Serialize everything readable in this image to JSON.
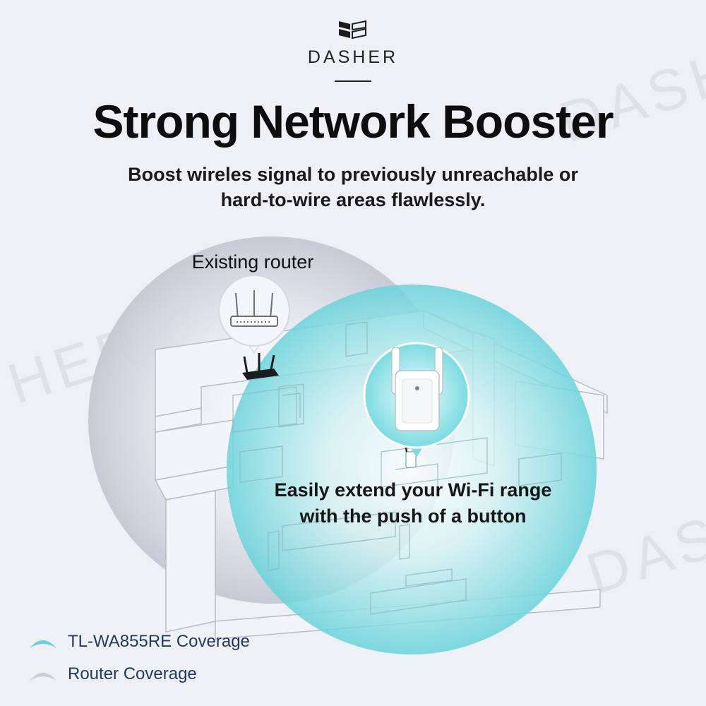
{
  "brand": {
    "name": "DASHER"
  },
  "headline": "Strong Network Booster",
  "subtitle_line1": "Boost wireles signal to previously unreachable or",
  "subtitle_line2": "hard-to-wire areas flawlessly.",
  "callouts": {
    "router": "Existing router",
    "extender_line1": "Easily extend your Wi-Fi range",
    "extender_line2": "with the push of a button"
  },
  "legend": {
    "extender": "TL-WA855RE Coverage",
    "router": "Router Coverage"
  },
  "colors": {
    "background": "#eef0f5",
    "extender_coverage": "#63d3db",
    "router_coverage": "#c9ccd8",
    "legend_text": "#1f3a5c"
  },
  "icons": [
    "dasher-logo-icon",
    "router-icon",
    "range-extender-icon",
    "extender-coverage-swatch-icon",
    "router-coverage-swatch-icon"
  ]
}
